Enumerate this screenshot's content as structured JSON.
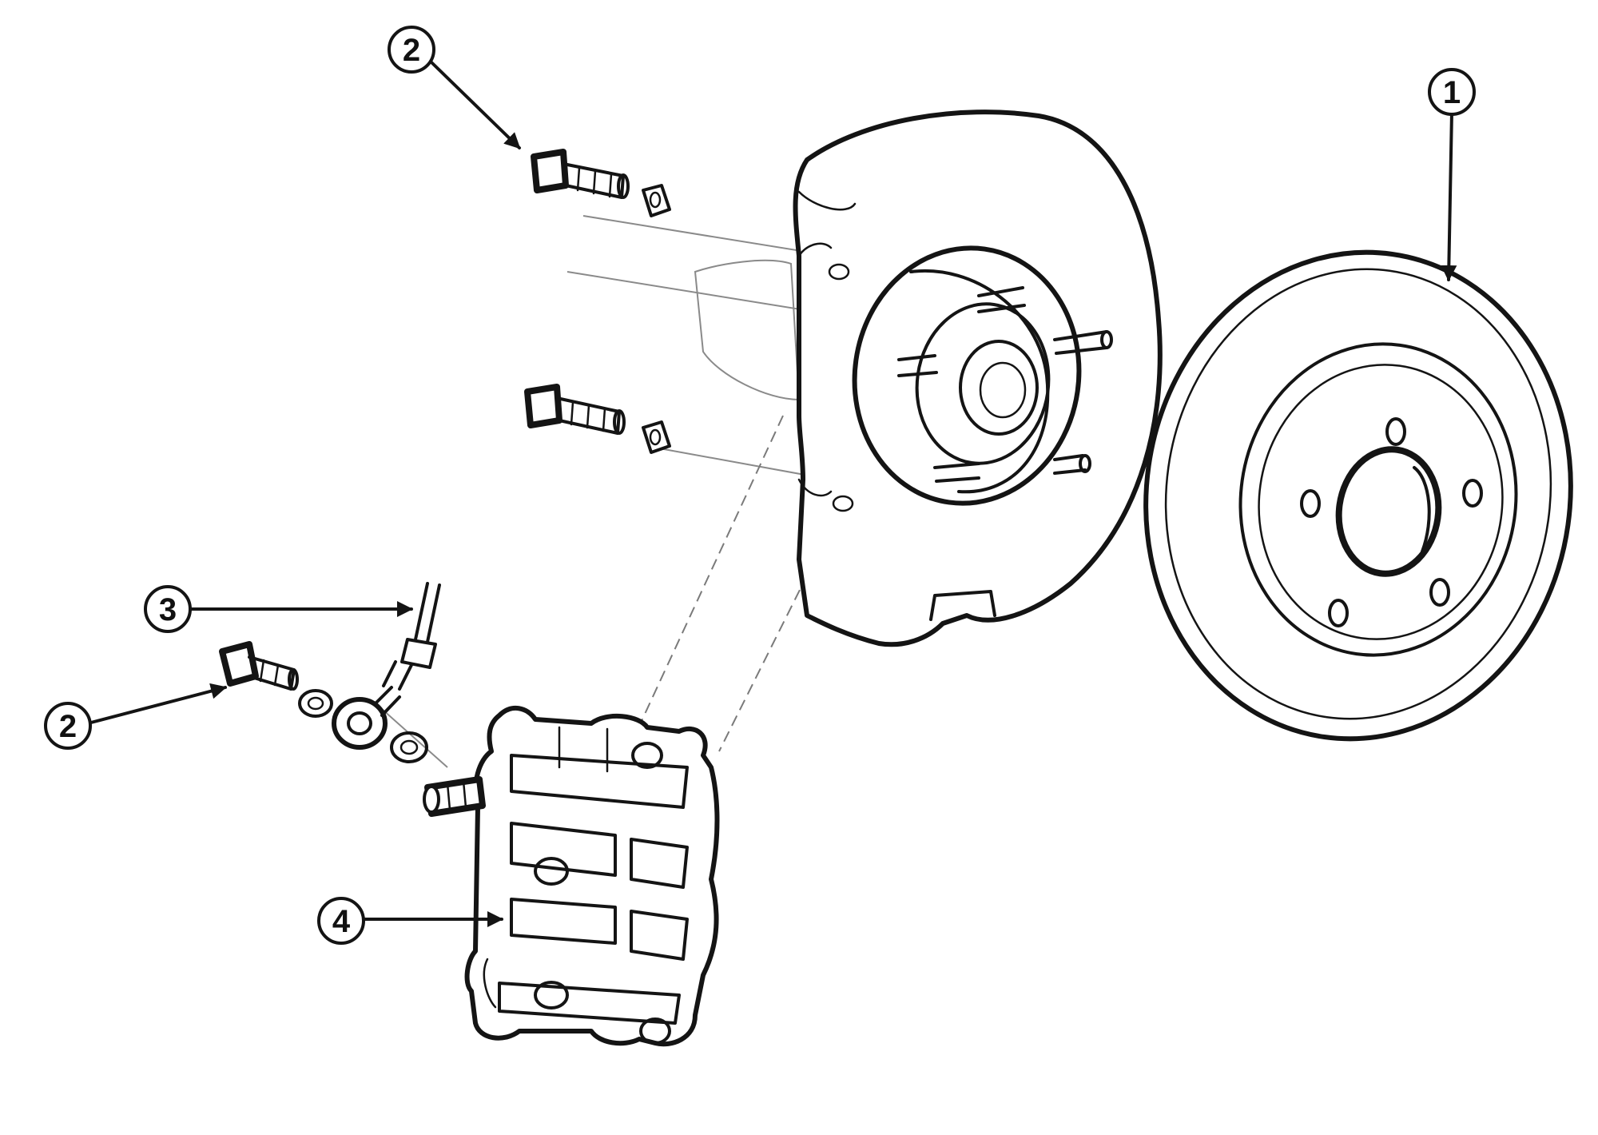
{
  "diagram": {
    "callouts": [
      {
        "id": "c1",
        "label": "1"
      },
      {
        "id": "c2a",
        "label": "2"
      },
      {
        "id": "c2b",
        "label": "2"
      },
      {
        "id": "c3",
        "label": "3"
      },
      {
        "id": "c4",
        "label": "4"
      }
    ],
    "colors": {
      "ink": "#141414",
      "ghost": "#8a8a8a",
      "background": "#ffffff"
    }
  }
}
